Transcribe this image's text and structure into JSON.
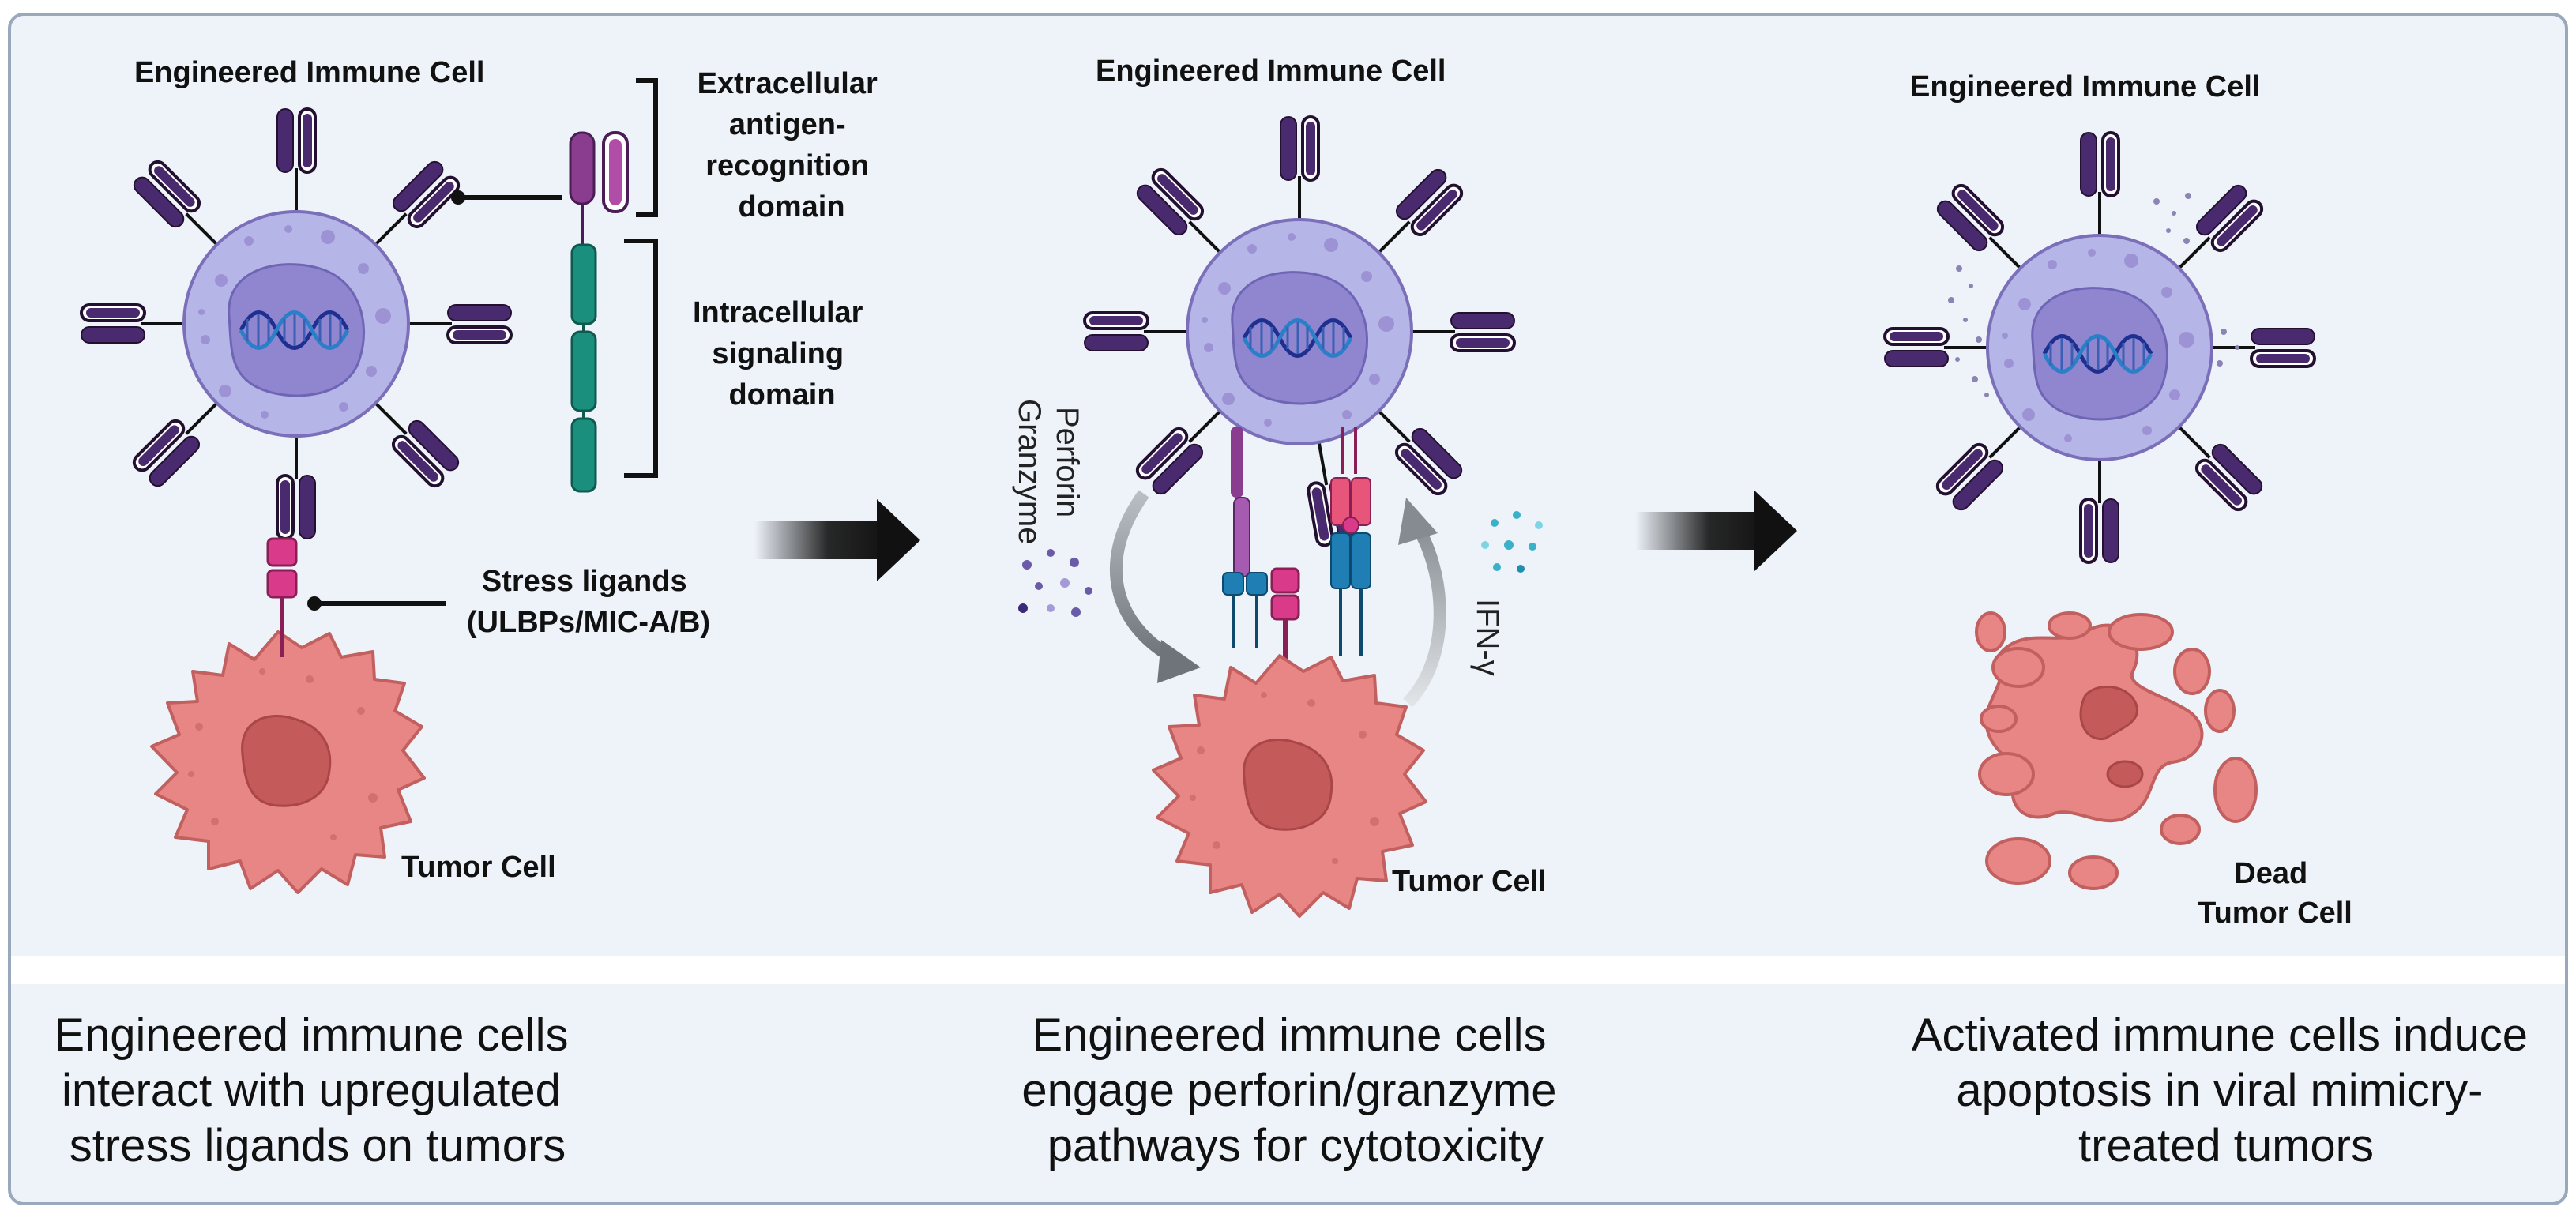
{
  "panel_1": {
    "cell_title": "Engineered Immune Cell",
    "ecd_label": [
      "Extracellular",
      "antigen-",
      "recognition",
      "domain"
    ],
    "icd_label": [
      "Intracellular",
      "signaling",
      "domain"
    ],
    "stress_label": [
      "Stress ligands",
      "(ULBPs/MIC-A/B)"
    ],
    "tumor_label": "Tumor Cell",
    "caption": [
      "Engineered immune cells",
      "interact with upregulated",
      "stress ligands on tumors"
    ]
  },
  "panel_2": {
    "cell_title": "Engineered Immune Cell",
    "perforin_label": "Perforin",
    "granzyme_label": "Granzyme",
    "ifn_label": "IFN-γ",
    "tumor_label": "Tumor Cell",
    "caption": [
      "Engineered immune cells",
      "engage perforin/granzyme",
      "pathways for cytotoxicity"
    ]
  },
  "panel_3": {
    "cell_title": "Engineered Immune Cell",
    "dead_label": [
      "Dead",
      "Tumor Cell"
    ],
    "caption": [
      "Activated immune cells induce",
      "apoptosis in viral mimicry-",
      "treated tumors"
    ]
  },
  "colors": {
    "immune_cell": "#b5b5e8",
    "nucleus": "#8f86cf",
    "receptor": "#4a2a6e",
    "tumor": "#e88585",
    "tumor_nucleus": "#c45a5a",
    "stress_ligand": "#d93a8a",
    "signaling": "#1a8f7e",
    "arrow": "#111111",
    "background": "#eef3fa"
  }
}
